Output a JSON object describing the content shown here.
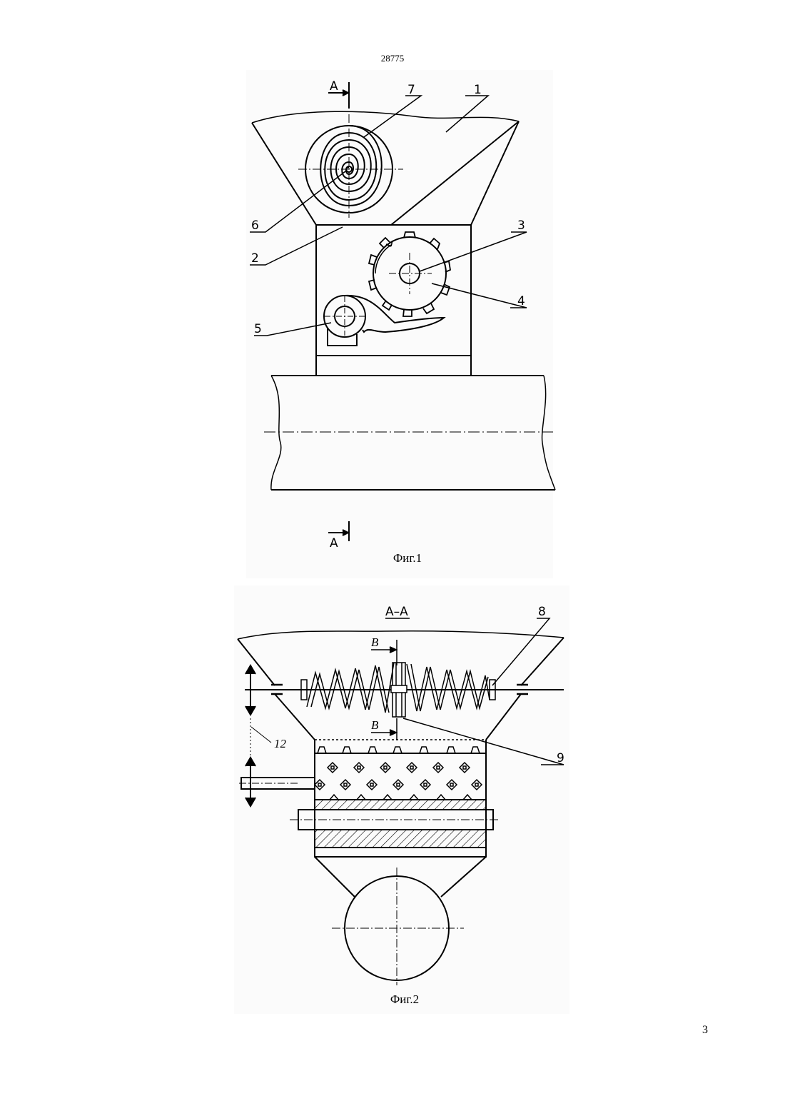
{
  "document": {
    "patent_number": "28775",
    "page_number": "3"
  },
  "figure1": {
    "caption": "Фиг.1",
    "section_mark": "А",
    "labels": {
      "l1": "1",
      "l2": "2",
      "l3": "3",
      "l4": "4",
      "l5": "5",
      "l6": "6",
      "l7": "7"
    }
  },
  "figure2": {
    "caption": "Фиг.2",
    "section_title": "А–А",
    "section_b": "B",
    "labels": {
      "l8": "8",
      "l9": "9",
      "l12": "12"
    }
  }
}
